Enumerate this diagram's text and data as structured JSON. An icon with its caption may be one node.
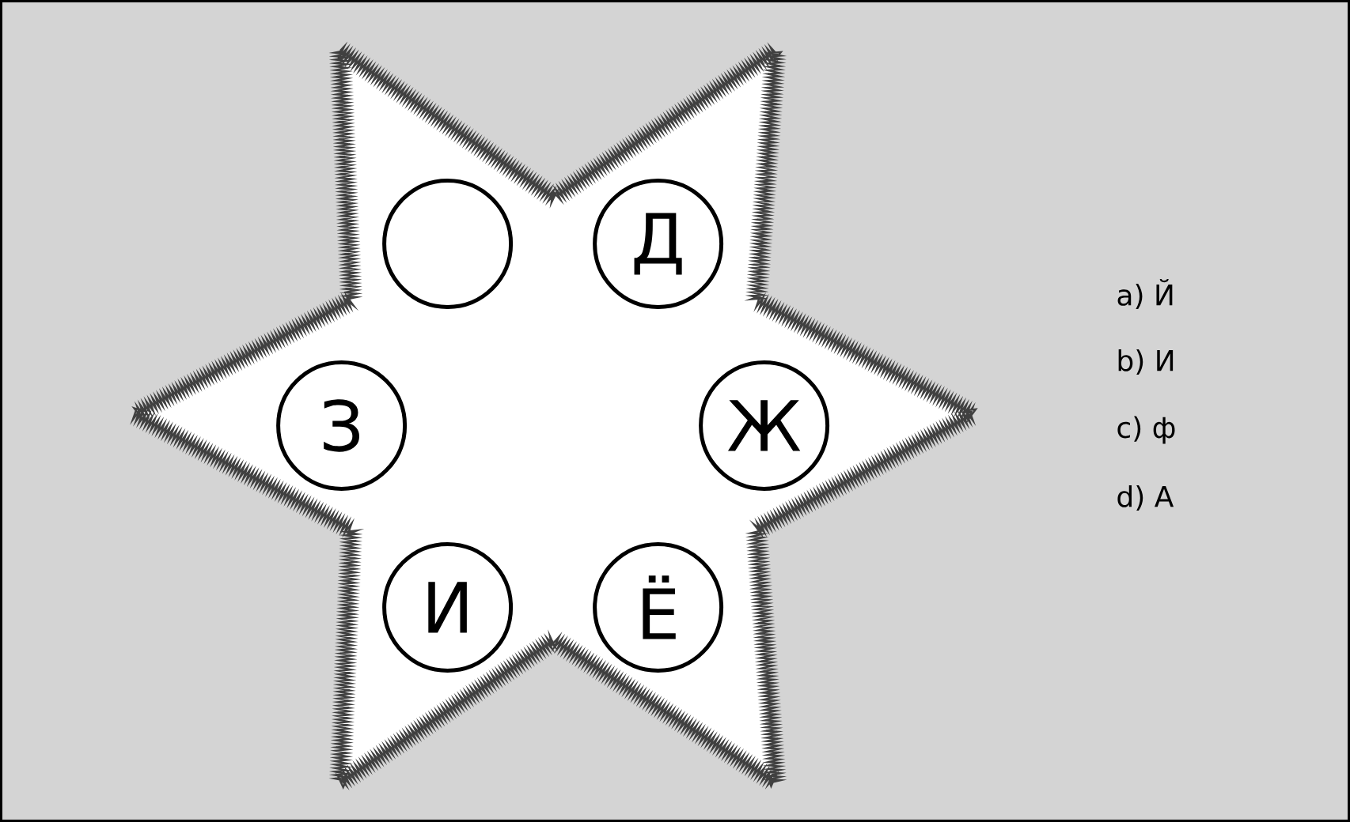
{
  "diagram": {
    "nodes": [
      {
        "text": [],
        "shape": "star"
      },
      {
        "text": [],
        "shape": "circle",
        "in": 0
      },
      {
        "text": [
          "Д"
        ],
        "in": 0
      },
      {
        "text": [
          "З"
        ],
        "in": 0
      },
      {
        "text": [
          "Ж"
        ],
        "in": 0
      },
      {
        "text": [
          "И"
        ],
        "in": 0
      },
      {
        "text": [
          "Ё"
        ],
        "in": 0
      }
    ],
    "labels": [
      "a) Й",
      "b) И",
      "c) ф",
      "d) А"
    ]
  }
}
